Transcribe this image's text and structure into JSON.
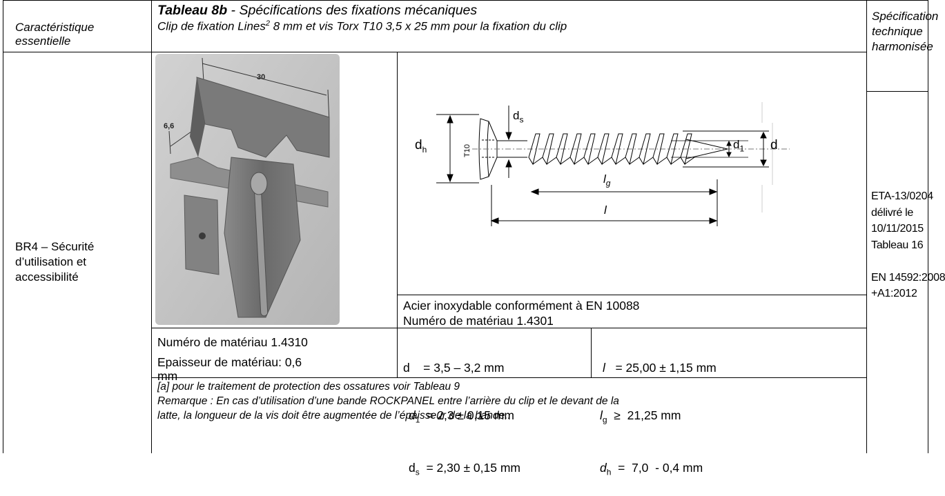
{
  "header": {
    "col1": [
      "Caractéristique",
      "essentielle"
    ],
    "title_bold": "Tableau 8b",
    "title_rest": " - Spécifications des fixations mécaniques",
    "subtitle_pre": "Clip de fixation Lines",
    "subtitle_sup": "2",
    "subtitle_post": " 8 mm et vis Torx T10 3,5 x 25 mm pour la fixation du clip",
    "col3": [
      "Spécification",
      "technique",
      "harmonisée"
    ]
  },
  "row": {
    "characteristic": [
      "BR4 – Sécurité",
      "d’utilisation et",
      "accessibilité"
    ],
    "spec": [
      "ETA-13/0204",
      "délivré le",
      "10/11/2015",
      "Tableau 16",
      "",
      "EN 14592:2008",
      "+A1:2012"
    ]
  },
  "clip_drawing": {
    "dim_length": "30",
    "dim_width": "6,6"
  },
  "screw_drawing": {
    "d_h": "d",
    "d_h_sub": "h",
    "drive": "T10",
    "d_s": "d",
    "d_s_sub": "s",
    "d_1": "d",
    "d_1_sub": "1",
    "d": "d",
    "l_g": "l",
    "l_g_sub": "g",
    "l": "l"
  },
  "material_screw": [
    "Acier inoxydable conformément à EN 10088",
    "Numéro de matériau 1.4301"
  ],
  "material_clip": [
    "Numéro de matériau 1.4310",
    "Epaisseur de matériau: 0,6",
    "mm"
  ],
  "dims_left": [
    {
      "sym": "d",
      "sub": "",
      "val": "    = 3,5 – 3,2 mm"
    },
    {
      "sym": "d",
      "sub": "1",
      "val": "  = 2,3 ± 0,15 mm"
    },
    {
      "sym": "d",
      "sub": "s",
      "val": "  = 2,30 ± 0,15 mm"
    }
  ],
  "dims_right": [
    {
      "sym": "l",
      "sub": "",
      "val": "   = 25,00 ± 1,15 mm"
    },
    {
      "sym": "l",
      "sub": "g",
      "val": "  ≥  21,25 mm"
    },
    {
      "sym": "d",
      "sub": "h",
      "val": "  =  7,0  - 0,4 mm"
    }
  ],
  "notes": [
    "[a] pour le traitement de protection des ossatures voir Tableau 9",
    "Remarque : En cas d’utilisation d’une bande ROCKPANEL entre l’arrière du clip et le devant de la",
    "latte, la longueur de la vis doit être augmentée de l’épaisseur de la bande.."
  ],
  "colors": {
    "line": "#000000",
    "photo_bg": "#bcbcbc",
    "metal": "#6e6e6e"
  }
}
